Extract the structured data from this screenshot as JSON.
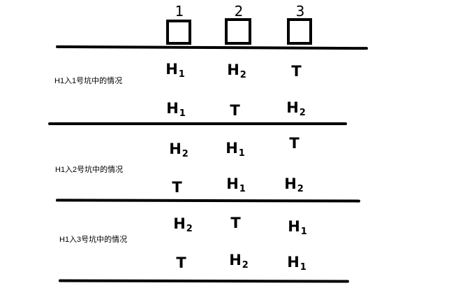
{
  "positions": [
    "1",
    "2",
    "3"
  ],
  "cases": [
    {
      "label": "H1入1号坑中的情况",
      "rows": [
        [
          {
            "base": "H",
            "sub": "1"
          },
          {
            "base": "H",
            "sub": "2"
          },
          {
            "base": "T",
            "sub": ""
          }
        ],
        [
          {
            "base": "H",
            "sub": "1"
          },
          {
            "base": "T",
            "sub": ""
          },
          {
            "base": "H",
            "sub": "2"
          }
        ]
      ]
    },
    {
      "label": "H1入2号坑中的情况",
      "rows": [
        [
          {
            "base": "H",
            "sub": "2"
          },
          {
            "base": "H",
            "sub": "1"
          },
          {
            "base": "T",
            "sub": ""
          }
        ],
        [
          {
            "base": "T",
            "sub": ""
          },
          {
            "base": "H",
            "sub": "1"
          },
          {
            "base": "H",
            "sub": "2"
          }
        ]
      ]
    },
    {
      "label": "H1入3号坑中的情况",
      "rows": [
        [
          {
            "base": "H",
            "sub": "2"
          },
          {
            "base": "T",
            "sub": ""
          },
          {
            "base": "H",
            "sub": "1"
          }
        ],
        [
          {
            "base": "T",
            "sub": ""
          },
          {
            "base": "H",
            "sub": "2"
          },
          {
            "base": "H",
            "sub": "1"
          }
        ]
      ]
    }
  ]
}
